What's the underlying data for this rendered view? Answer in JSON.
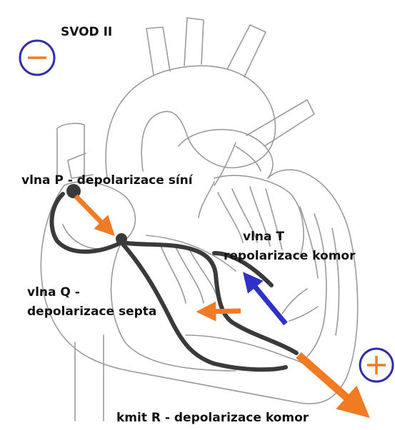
{
  "labels": {
    "lead": "SVOD II",
    "p_wave": "vlna P - depolarizace síní",
    "t_wave_line1": "vlna T",
    "t_wave_line2": "repolarizace komor",
    "q_wave_line1": "vlna Q -",
    "q_wave_line2": "depolarizace septa",
    "r_wave": "kmit R - depolarizace komor"
  },
  "electrodes": {
    "negative": {
      "symbol": "minus",
      "ring_color": "#2e2fa6",
      "sign_color": "#f07b23"
    },
    "positive": {
      "symbol": "plus",
      "ring_color": "#2e2fa6",
      "sign_color": "#f07b23"
    }
  },
  "arrows": {
    "p_wave": {
      "color": "#f07b23"
    },
    "q_wave": {
      "color": "#f07b23"
    },
    "r_wave": {
      "color": "#f07b23"
    },
    "t_wave": {
      "color": "#2f31c8"
    }
  },
  "colors": {
    "sketch": "#9a9a9a",
    "conduction": "#3a3a3a"
  }
}
